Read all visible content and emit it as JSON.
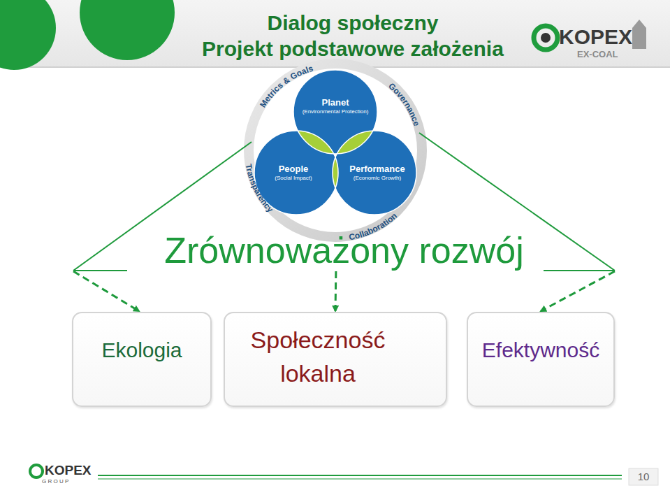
{
  "diagram": {
    "title": "Dialog społeczny",
    "nodes": [
      {
        "text": [
          "Planet",
          "(Environmental Protection)"
        ]
      },
      {
        "text": [
          "People",
          "(Social Impact)"
        ]
      },
      {
        "text": [
          "Performance",
          "(Economic Growth)"
        ]
      },
      {
        "text": [
          "Zrównoważony rozwój"
        ]
      },
      {
        "text": [
          "Ekologia"
        ]
      },
      {
        "text": [
          "Społeczność lokalna"
        ]
      },
      {
        "text": [
          "Efektywność"
        ]
      }
    ],
    "edges": [
      {
        "from": 3,
        "to": 4,
        "arrow": "to"
      },
      {
        "from": 3,
        "to": 5,
        "arrow": "to"
      },
      {
        "from": 3,
        "to": 6,
        "arrow": "to"
      }
    ],
    "labels": [
      "Projekt podstawowe założenia",
      "Metrics & Goals",
      "Governance",
      "Transparency",
      "Collaboration",
      "KOPEX",
      "EX-COAL",
      "KOPEX",
      "G R O U P",
      "10"
    ]
  }
}
